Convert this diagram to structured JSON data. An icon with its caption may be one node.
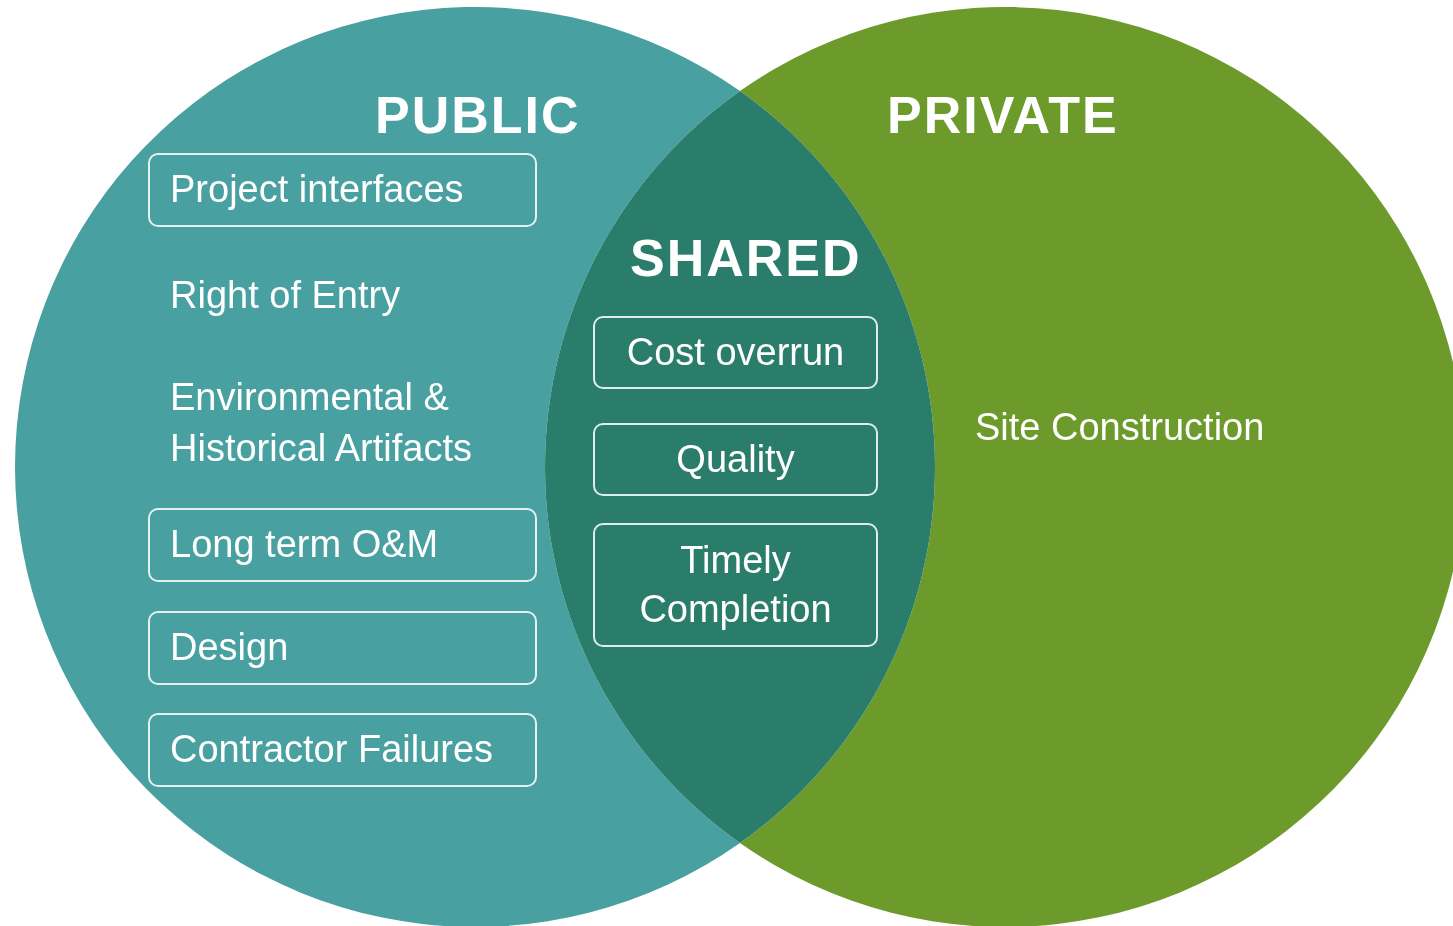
{
  "diagram": {
    "nodes": [
      {
        "text": [
          "PUBLIC"
        ]
      },
      {
        "text": [
          "Project interfaces"
        ],
        "in": 0
      },
      {
        "text": [
          "Long term O&M"
        ],
        "in": 0
      },
      {
        "text": [
          "Design"
        ],
        "in": 0
      },
      {
        "text": [
          "Contractor Failures"
        ],
        "in": 0
      },
      {
        "text": [
          "PRIVATE"
        ]
      },
      {
        "text": [
          "Cost overrun"
        ]
      },
      {
        "text": [
          "Quality"
        ]
      },
      {
        "text": [
          "Timely Completion"
        ]
      }
    ],
    "labels": [
      "SHARED",
      "Right of Entry",
      "Environmental & Historical Artifacts",
      "Site Construction"
    ]
  }
}
